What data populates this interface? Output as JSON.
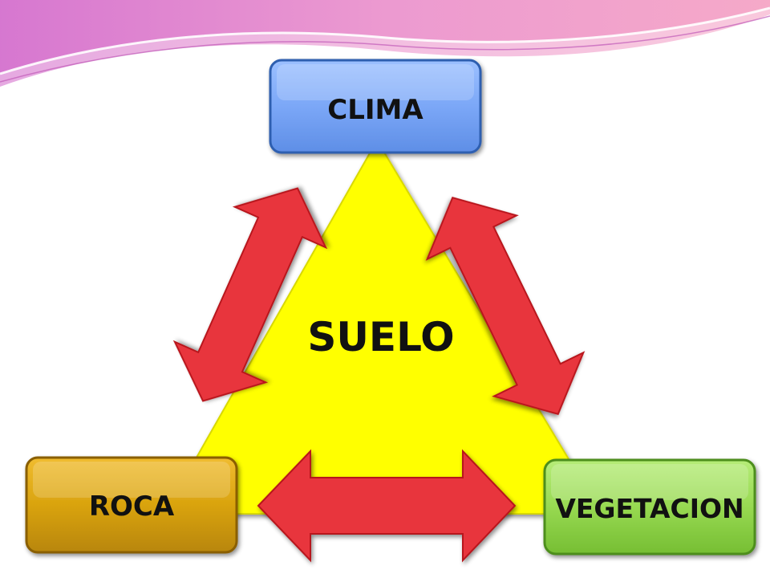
{
  "diagram": {
    "center": {
      "label": "SUELO"
    },
    "nodes": [
      {
        "id": "clima",
        "label": "CLIMA",
        "color": "#7BA7F7"
      },
      {
        "id": "roca",
        "label": "ROCA",
        "color": "#D9A30E"
      },
      {
        "id": "vegetacion",
        "label": "VEGETACION",
        "color": "#97D951"
      }
    ],
    "edges": [
      {
        "from": "clima",
        "to": "roca",
        "style": "double-arrow"
      },
      {
        "from": "clima",
        "to": "vegetacion",
        "style": "double-arrow"
      },
      {
        "from": "roca",
        "to": "vegetacion",
        "style": "double-arrow"
      }
    ],
    "colors": {
      "triangle_fill": "#FFFF00",
      "arrow_fill": "#E8363E",
      "header_wave": "#E060B8"
    }
  }
}
